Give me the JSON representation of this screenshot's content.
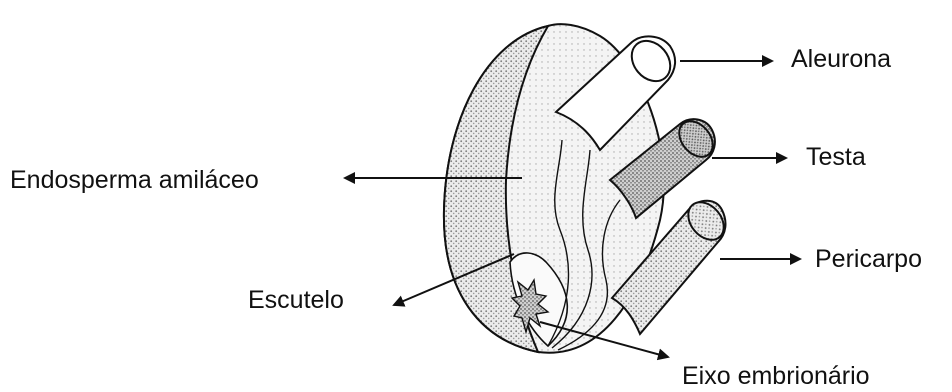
{
  "labels": {
    "aleurona": "Aleurona",
    "testa": "Testa",
    "pericarpo": "Pericarpo",
    "endosperma": "Endosperma amiláceo",
    "escutelo": "Escutelo",
    "eixo": "Eixo embrionário"
  },
  "colors": {
    "ink": "#111111",
    "stipple": "#8a8a8a",
    "background": "#ffffff"
  }
}
